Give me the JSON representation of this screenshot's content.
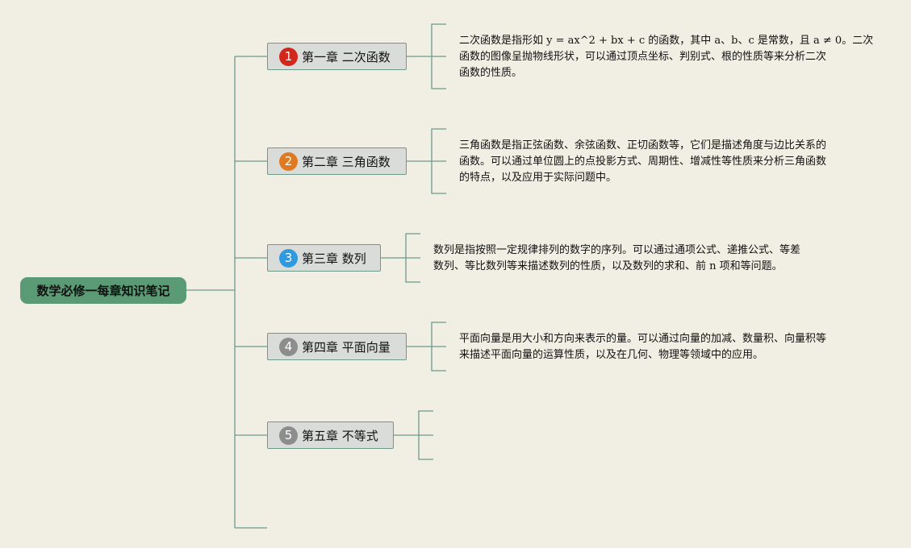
{
  "root": {
    "label": "数学必修一每章知识笔记"
  },
  "colors": {
    "line": "#6e9a8c",
    "root_fill": "#5a9a74",
    "badge_red": "#d3271b",
    "badge_orange": "#e07a22",
    "badge_blue": "#2f9ae0",
    "badge_gray": "#8d8d8d"
  },
  "chapters": [
    {
      "number": "1",
      "title": "第一章 二次函数",
      "note_lines": [
        "二次函数是指形如 y = ax^2 + bx + c 的函数，其中 a、b、c 是常数，且 a ≠ 0。二次",
        "函数的图像呈抛物线形状，可以通过顶点坐标、判别式、根的性质等来分析二次",
        "函数的性质。"
      ]
    },
    {
      "number": "2",
      "title": "第二章 三角函数",
      "note_lines": [
        "三角函数是指正弦函数、余弦函数、正切函数等，它们是描述角度与边比关系的",
        "函数。可以通过单位圆上的点投影方式、周期性、增减性等性质来分析三角函数",
        "的特点，以及应用于实际问题中。"
      ]
    },
    {
      "number": "3",
      "title": "第三章 数列",
      "note_lines": [
        "数列是指按照一定规律排列的数字的序列。可以通过通项公式、递推公式、等差",
        "数列、等比数列等来描述数列的性质，以及数列的求和、前 n 项和等问题。"
      ]
    },
    {
      "number": "4",
      "title": "第四章 平面向量",
      "note_lines": [
        "平面向量是用大小和方向来表示的量。可以通过向量的加减、数量积、向量积等",
        "来描述平面向量的运算性质，以及在几何、物理等领域中的应用。"
      ]
    },
    {
      "number": "5",
      "title": "第五章 不等式",
      "note_lines": []
    }
  ]
}
